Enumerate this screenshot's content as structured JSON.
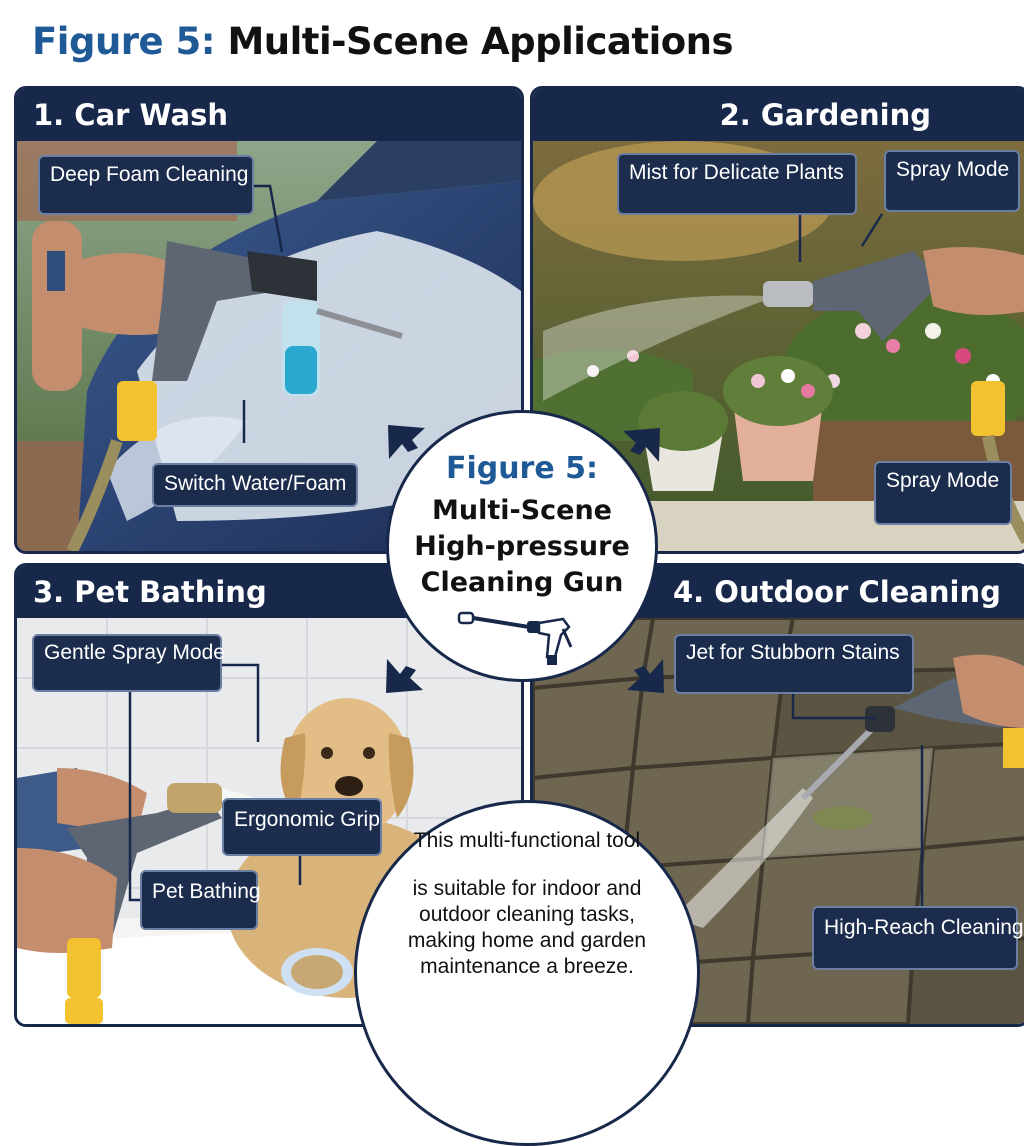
{
  "title": {
    "prefix": "Figure 5:",
    "main": "Multi-Scene Applications"
  },
  "panels": [
    {
      "header": "1. Car Wash",
      "callouts": [
        "Deep Foam Cleaning",
        "Switch Water/Foam"
      ]
    },
    {
      "header": "2. Gardening",
      "callouts": [
        "Mist for Delicate Plants",
        "Spray Mode",
        "Spray Mode"
      ]
    },
    {
      "header": "3. Pet Bathing",
      "callouts": [
        "Gentle Spray Mode",
        "Ergonomic Grip",
        "Pet Bathing"
      ]
    },
    {
      "header": "4. Outdoor Cleaning",
      "callouts": [
        "Jet for Stubborn Stains",
        "High-Reach Cleaning"
      ]
    }
  ],
  "center": {
    "line1": "Figure 5:",
    "line2": "Multi-Scene",
    "line3": "High-pressure",
    "line4": "Cleaning Gun",
    "icon": "spray-gun-icon"
  },
  "description": {
    "line1": "This multi-functional tool",
    "line2": "is suitable for indoor and",
    "line3": "outdoor cleaning tasks,",
    "line4": "making home and garden",
    "line5": "maintenance a breeze."
  },
  "colors": {
    "navy": "#17284a",
    "accent_blue": "#1f5a96",
    "callout_fill": "#1b2c4d",
    "hose_yellow": "#f2c230"
  }
}
